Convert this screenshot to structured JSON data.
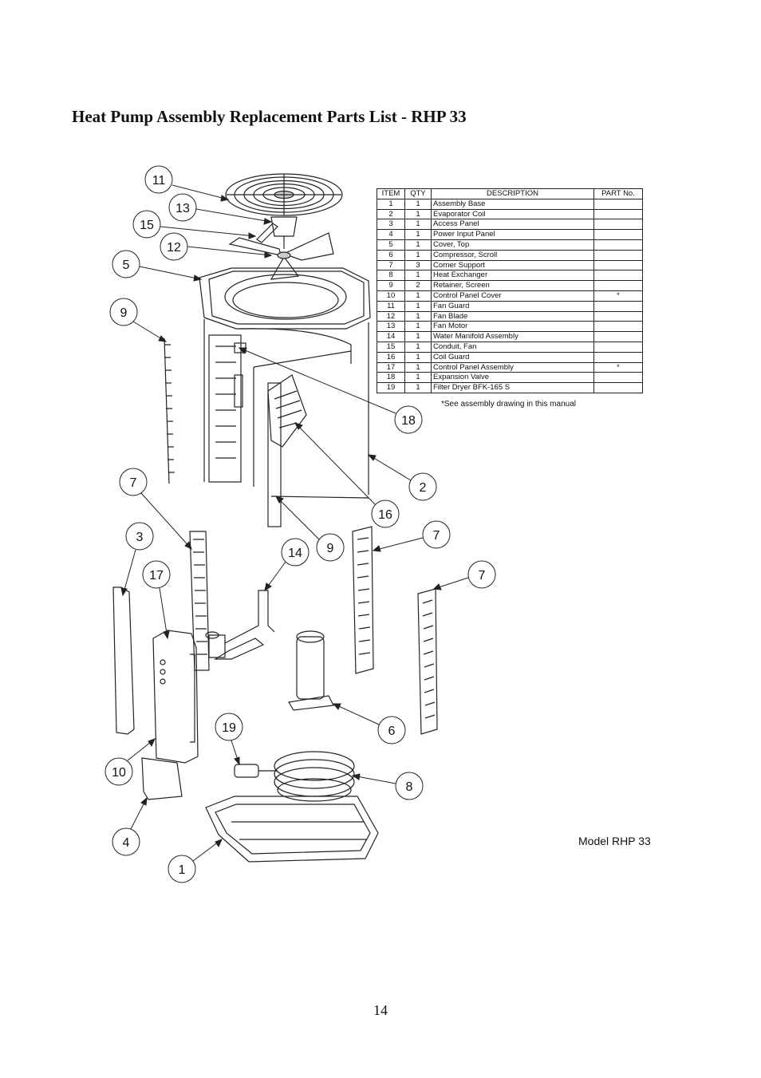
{
  "title": "Heat Pump Assembly Replacement Parts List - RHP 33",
  "table": {
    "headers": [
      "ITEM",
      "QTY",
      "DESCRIPTION",
      "PART No."
    ],
    "rows": [
      {
        "item": "1",
        "qty": "1",
        "desc": "Assembly Base",
        "part": ""
      },
      {
        "item": "2",
        "qty": "1",
        "desc": "Evaporator Coil",
        "part": ""
      },
      {
        "item": "3",
        "qty": "1",
        "desc": "Access Panel",
        "part": ""
      },
      {
        "item": "4",
        "qty": "1",
        "desc": "Power Input Panel",
        "part": ""
      },
      {
        "item": "5",
        "qty": "1",
        "desc": "Cover, Top",
        "part": ""
      },
      {
        "item": "6",
        "qty": "1",
        "desc": "Compressor, Scroll",
        "part": ""
      },
      {
        "item": "7",
        "qty": "3",
        "desc": "Corner Support",
        "part": ""
      },
      {
        "item": "8",
        "qty": "1",
        "desc": "Heat Exchanger",
        "part": ""
      },
      {
        "item": "9",
        "qty": "2",
        "desc": "Retainer, Screen",
        "part": ""
      },
      {
        "item": "10",
        "qty": "1",
        "desc": "Control Panel Cover",
        "part": "*"
      },
      {
        "item": "11",
        "qty": "1",
        "desc": "Fan Guard",
        "part": ""
      },
      {
        "item": "12",
        "qty": "1",
        "desc": "Fan Blade",
        "part": ""
      },
      {
        "item": "13",
        "qty": "1",
        "desc": "Fan Motor",
        "part": ""
      },
      {
        "item": "14",
        "qty": "1",
        "desc": "Water Manifold Assembly",
        "part": ""
      },
      {
        "item": "15",
        "qty": "1",
        "desc": "Conduit, Fan",
        "part": ""
      },
      {
        "item": "16",
        "qty": "1",
        "desc": "Coil Guard",
        "part": ""
      },
      {
        "item": "17",
        "qty": "1",
        "desc": "Control Panel Assembly",
        "part": "*"
      },
      {
        "item": "18",
        "qty": "1",
        "desc": "Expansion Valve",
        "part": ""
      },
      {
        "item": "19",
        "qty": "1",
        "desc": "Filter Dryer BFK-165 S",
        "part": ""
      }
    ]
  },
  "footnote": "*See assembly drawing in this manual",
  "model_label": "Model RHP 33",
  "page_number": "14",
  "callouts": [
    "11",
    "13",
    "15",
    "12",
    "5",
    "9",
    "18",
    "2",
    "16",
    "7",
    "3",
    "17",
    "14",
    "9",
    "7",
    "7",
    "19",
    "6",
    "10",
    "8",
    "4",
    "1"
  ]
}
